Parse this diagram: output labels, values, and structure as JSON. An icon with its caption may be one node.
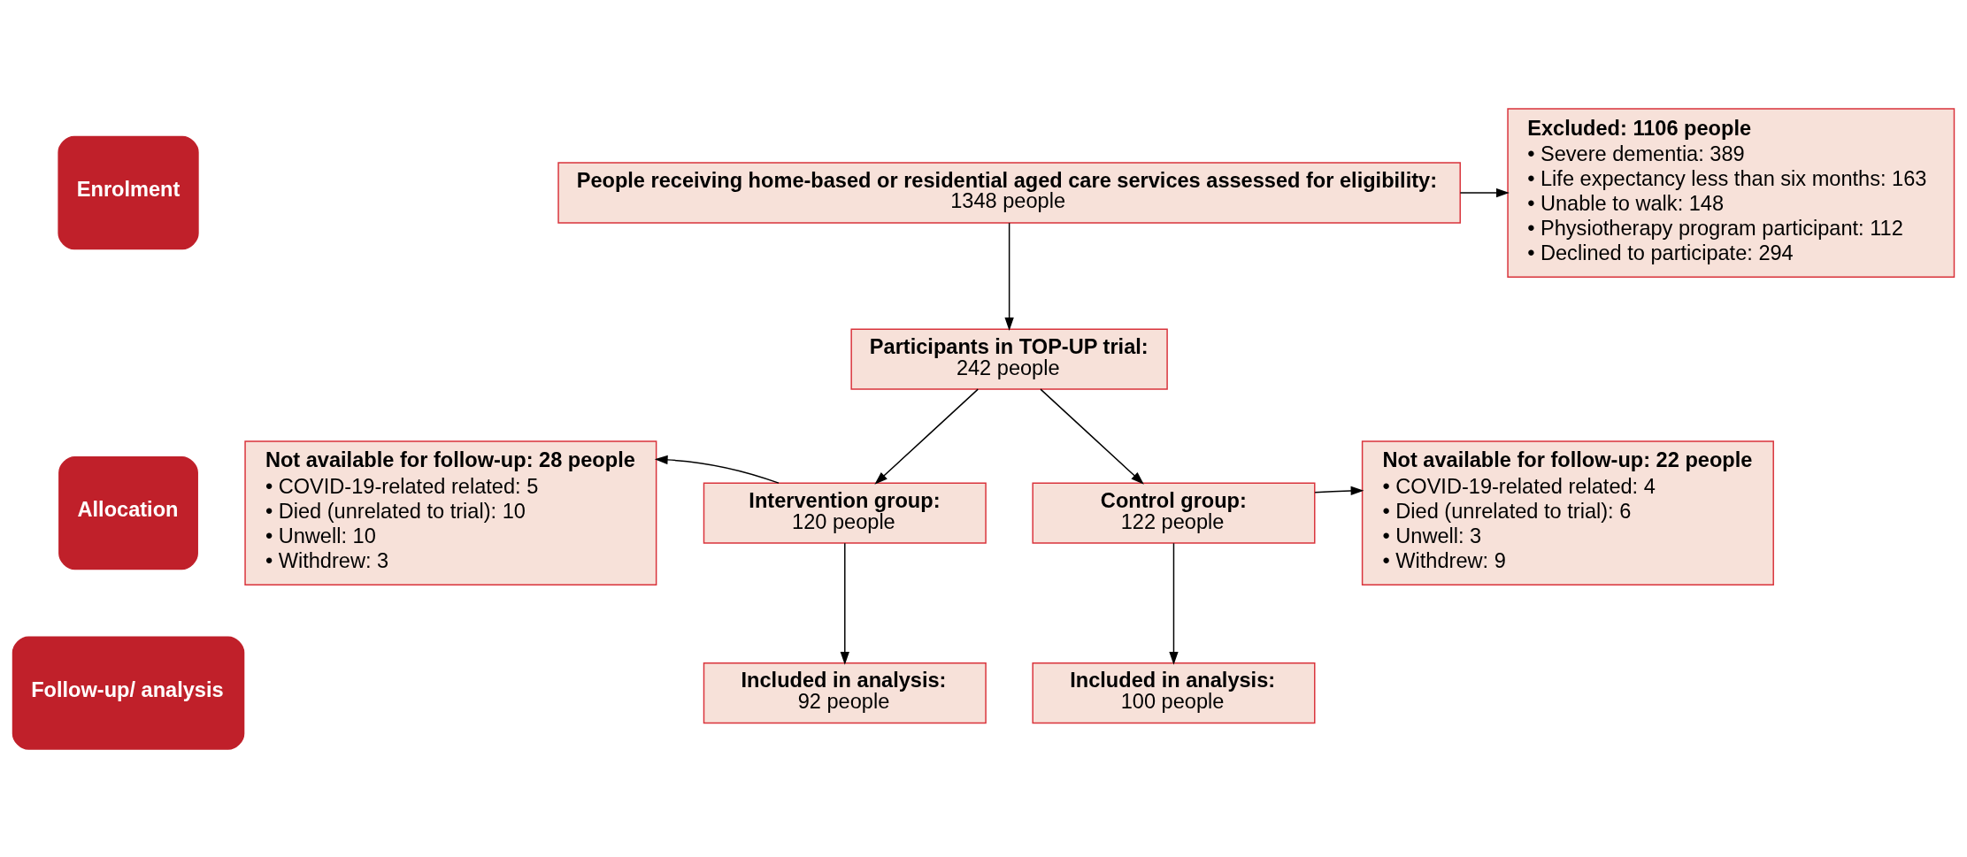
{
  "diagram": {
    "nodes": [
      {
        "text": [
          "Enrolment"
        ]
      },
      {
        "text": [
          "Allocation"
        ]
      },
      {
        "text": [
          "Follow-up/ analysis"
        ]
      },
      {
        "text": [
          "People receiving home-based or residential aged care services assessed for eligibility:",
          "1348 people"
        ]
      },
      {
        "text": [
          "Excluded: 1106 people",
          "• Severe dementia: 389",
          "• Life expectancy less than six months: 163",
          "• Unable to walk: 148",
          "• Physiotherapy program participant: 112",
          "• Declined to participate: 294"
        ]
      },
      {
        "text": [
          "Participants in TOP-UP trial:",
          "242 people"
        ]
      },
      {
        "text": [
          "Intervention group:",
          "120 people"
        ]
      },
      {
        "text": [
          "Control group:",
          "122 people"
        ]
      },
      {
        "text": [
          "Not available for follow-up: 28 people",
          "• COVID-19-related related: 5",
          "• Died (unrelated to trial): 10",
          "• Unwell: 10",
          "• Withdrew: 3"
        ]
      },
      {
        "text": [
          "Not available for follow-up: 22 people",
          "• COVID-19-related related: 4",
          "• Died (unrelated to trial): 6",
          "• Unwell: 3",
          "• Withdrew: 9"
        ]
      },
      {
        "text": [
          "Included in analysis:",
          "92 people"
        ]
      },
      {
        "text": [
          "Included in analysis:",
          "100 people"
        ]
      }
    ],
    "edges": [
      {
        "from": 3,
        "to": 4,
        "arrow": "to"
      },
      {
        "from": 3,
        "to": 5,
        "arrow": "to"
      },
      {
        "from": 5,
        "to": 6,
        "arrow": "to"
      },
      {
        "from": 5,
        "to": 7,
        "arrow": "to"
      },
      {
        "from": 6,
        "to": 8,
        "arrow": "to"
      },
      {
        "from": 6,
        "to": 10,
        "arrow": "to"
      },
      {
        "from": 7,
        "to": 9,
        "arrow": "to"
      },
      {
        "from": 7,
        "to": 11,
        "arrow": "to"
      }
    ]
  }
}
